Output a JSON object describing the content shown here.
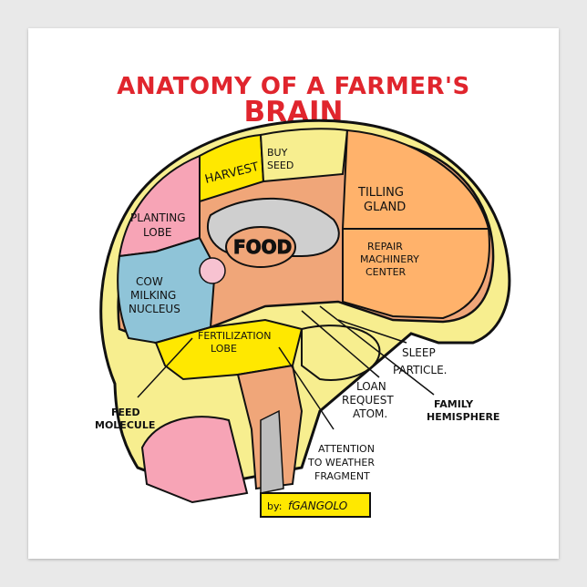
{
  "title": {
    "line1": "ANATOMY OF A FARMER'S",
    "line2": "BRAIN"
  },
  "regions": {
    "harvest": "HARVEST",
    "buy_seed": [
      "BUY",
      "SEED"
    ],
    "tilling_gland": [
      "TILLING",
      "GLAND"
    ],
    "planting_lobe": [
      "PLANTING",
      "LOBE"
    ],
    "food": "FOOD",
    "repair_machinery_center": [
      "REPAIR",
      "MACHINERY",
      "CENTER"
    ],
    "cow_milking_nucleus": [
      "COW",
      "MILKING",
      "NUCLEUS"
    ],
    "fertilization_lobe": [
      "FERTILIZATION",
      "LOBE"
    ]
  },
  "callouts": {
    "feed_molecule": [
      "FEED",
      "MOLECULE"
    ],
    "sleep_particle": [
      "SLEEP",
      "PARTICLE."
    ],
    "loan_request_atom": [
      "LOAN",
      "REQUEST",
      "ATOM."
    ],
    "family_hemisphere": [
      "FAMILY",
      "HEMISPHERE"
    ],
    "attention_to_weather_fragment": [
      "ATTENTION",
      "TO WEATHER",
      "FRAGMENT"
    ]
  },
  "signature": {
    "prefix": "by:",
    "name": "fGANGOLO"
  },
  "colors": {
    "title": "#e0252d",
    "skull": "#f7ee8f",
    "harvest": "#ffe800",
    "tilling": "#ffb26b",
    "planting": "#f7a4b6",
    "cow": "#8fc4d8",
    "food": "#f0a679",
    "gray": "#cfcfcf"
  }
}
